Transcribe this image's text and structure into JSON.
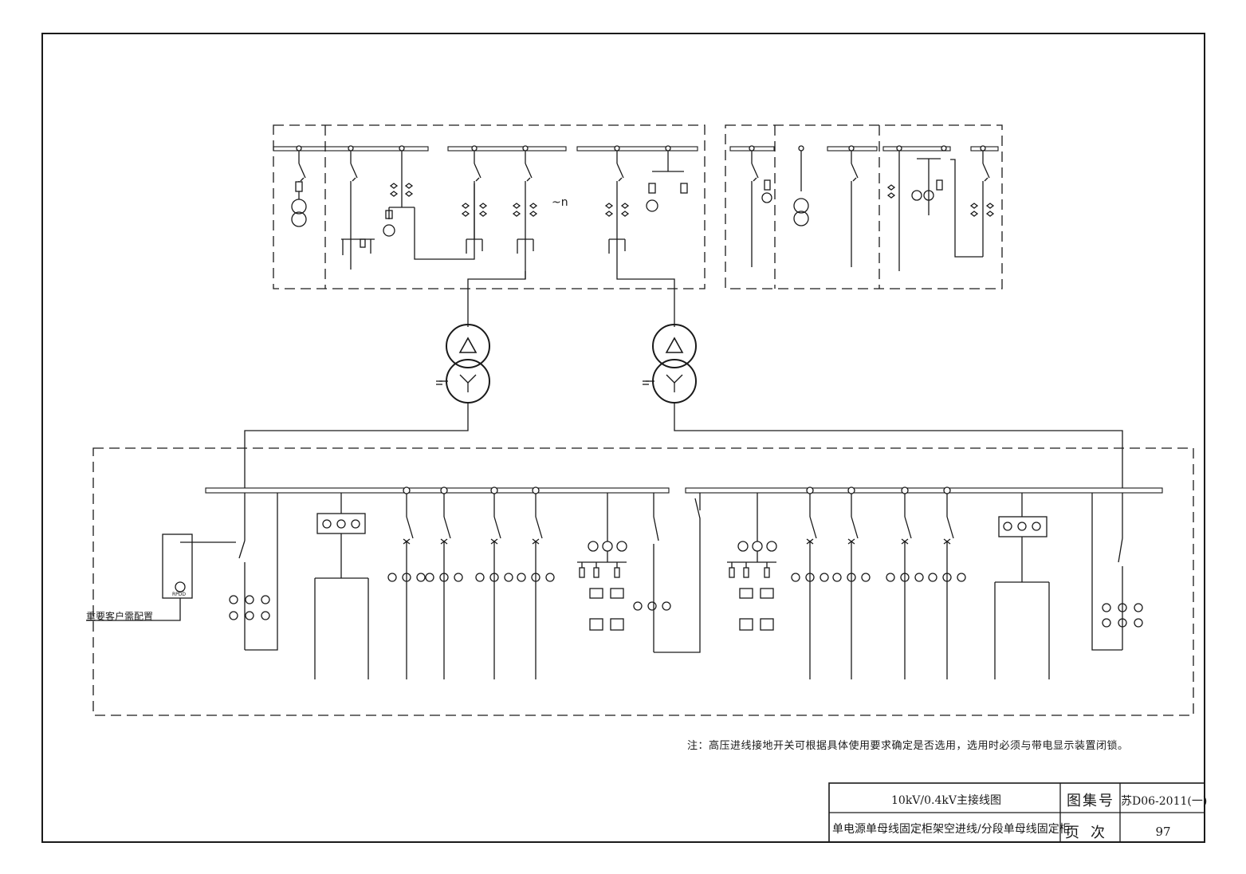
{
  "note": "注：高压进线接地开关可根据具体使用要求确定是否选用，选用时必须与带电显示装置闭锁。",
  "side_label": "重要客户需配置",
  "rpdd_label": "RPDD",
  "repeat_label": "~n",
  "title_block": {
    "title_line1": "10kV/0.4kV主接线图",
    "title_line2": "单电源单母线固定柜架空进线/分段单母线固定柜",
    "atlas_label": "图集号",
    "atlas_value": "苏D06-2011(一)",
    "page_label": "页次",
    "page_value": "97"
  }
}
